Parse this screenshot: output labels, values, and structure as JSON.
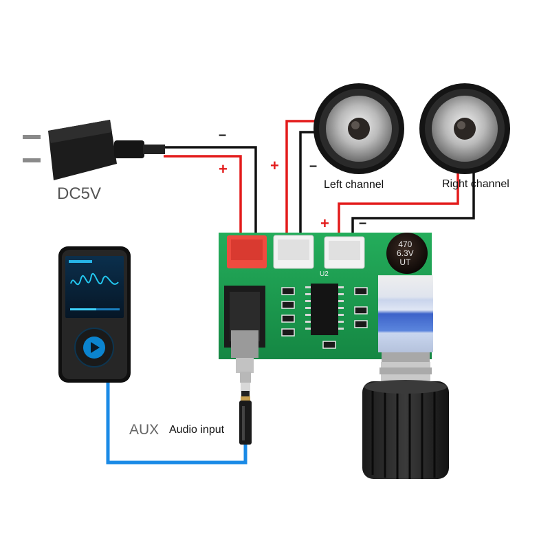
{
  "power": {
    "label": "DC5V"
  },
  "speakers": {
    "left_label": "Left channel",
    "right_label": "Right channel"
  },
  "polarity": {
    "plus": "+",
    "minus": "–"
  },
  "audio": {
    "aux_label": "AUX",
    "input_label": "Audio input"
  },
  "board": {
    "chip_label": "U2"
  },
  "capacitor": {
    "line1": "470",
    "line2": "6.3V",
    "line3": "UT"
  },
  "colors": {
    "wire_positive": "#e31b1b",
    "wire_negative": "#111111",
    "aux_cable": "#1a8ae6",
    "pcb": "#1d9a50",
    "connector_red": "#ef4b3f"
  }
}
